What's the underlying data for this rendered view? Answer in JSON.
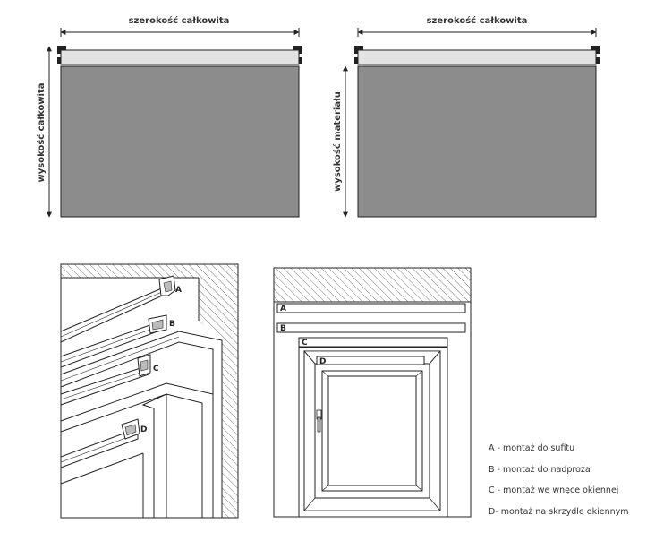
{
  "top_diagrams": {
    "left": {
      "width_label": "szerokość całkowita",
      "height_label": "wysokość całkowita"
    },
    "right": {
      "width_label": "szerokość całkowita",
      "height_label": "wysokość materiału"
    }
  },
  "mounts": {
    "A": {
      "letter": "A",
      "description": "A - montaż do sufitu"
    },
    "B": {
      "letter": "B",
      "description": "B - montaż do nadproża"
    },
    "C": {
      "letter": "C",
      "description": "C - montaż we wnęce okiennej"
    },
    "D": {
      "letter": "D",
      "description": "D- montaż na skrzydle okiennym"
    }
  },
  "colors": {
    "fabric": "#8c8c8c",
    "cassette": "#e2e2e2",
    "line": "#222222"
  }
}
